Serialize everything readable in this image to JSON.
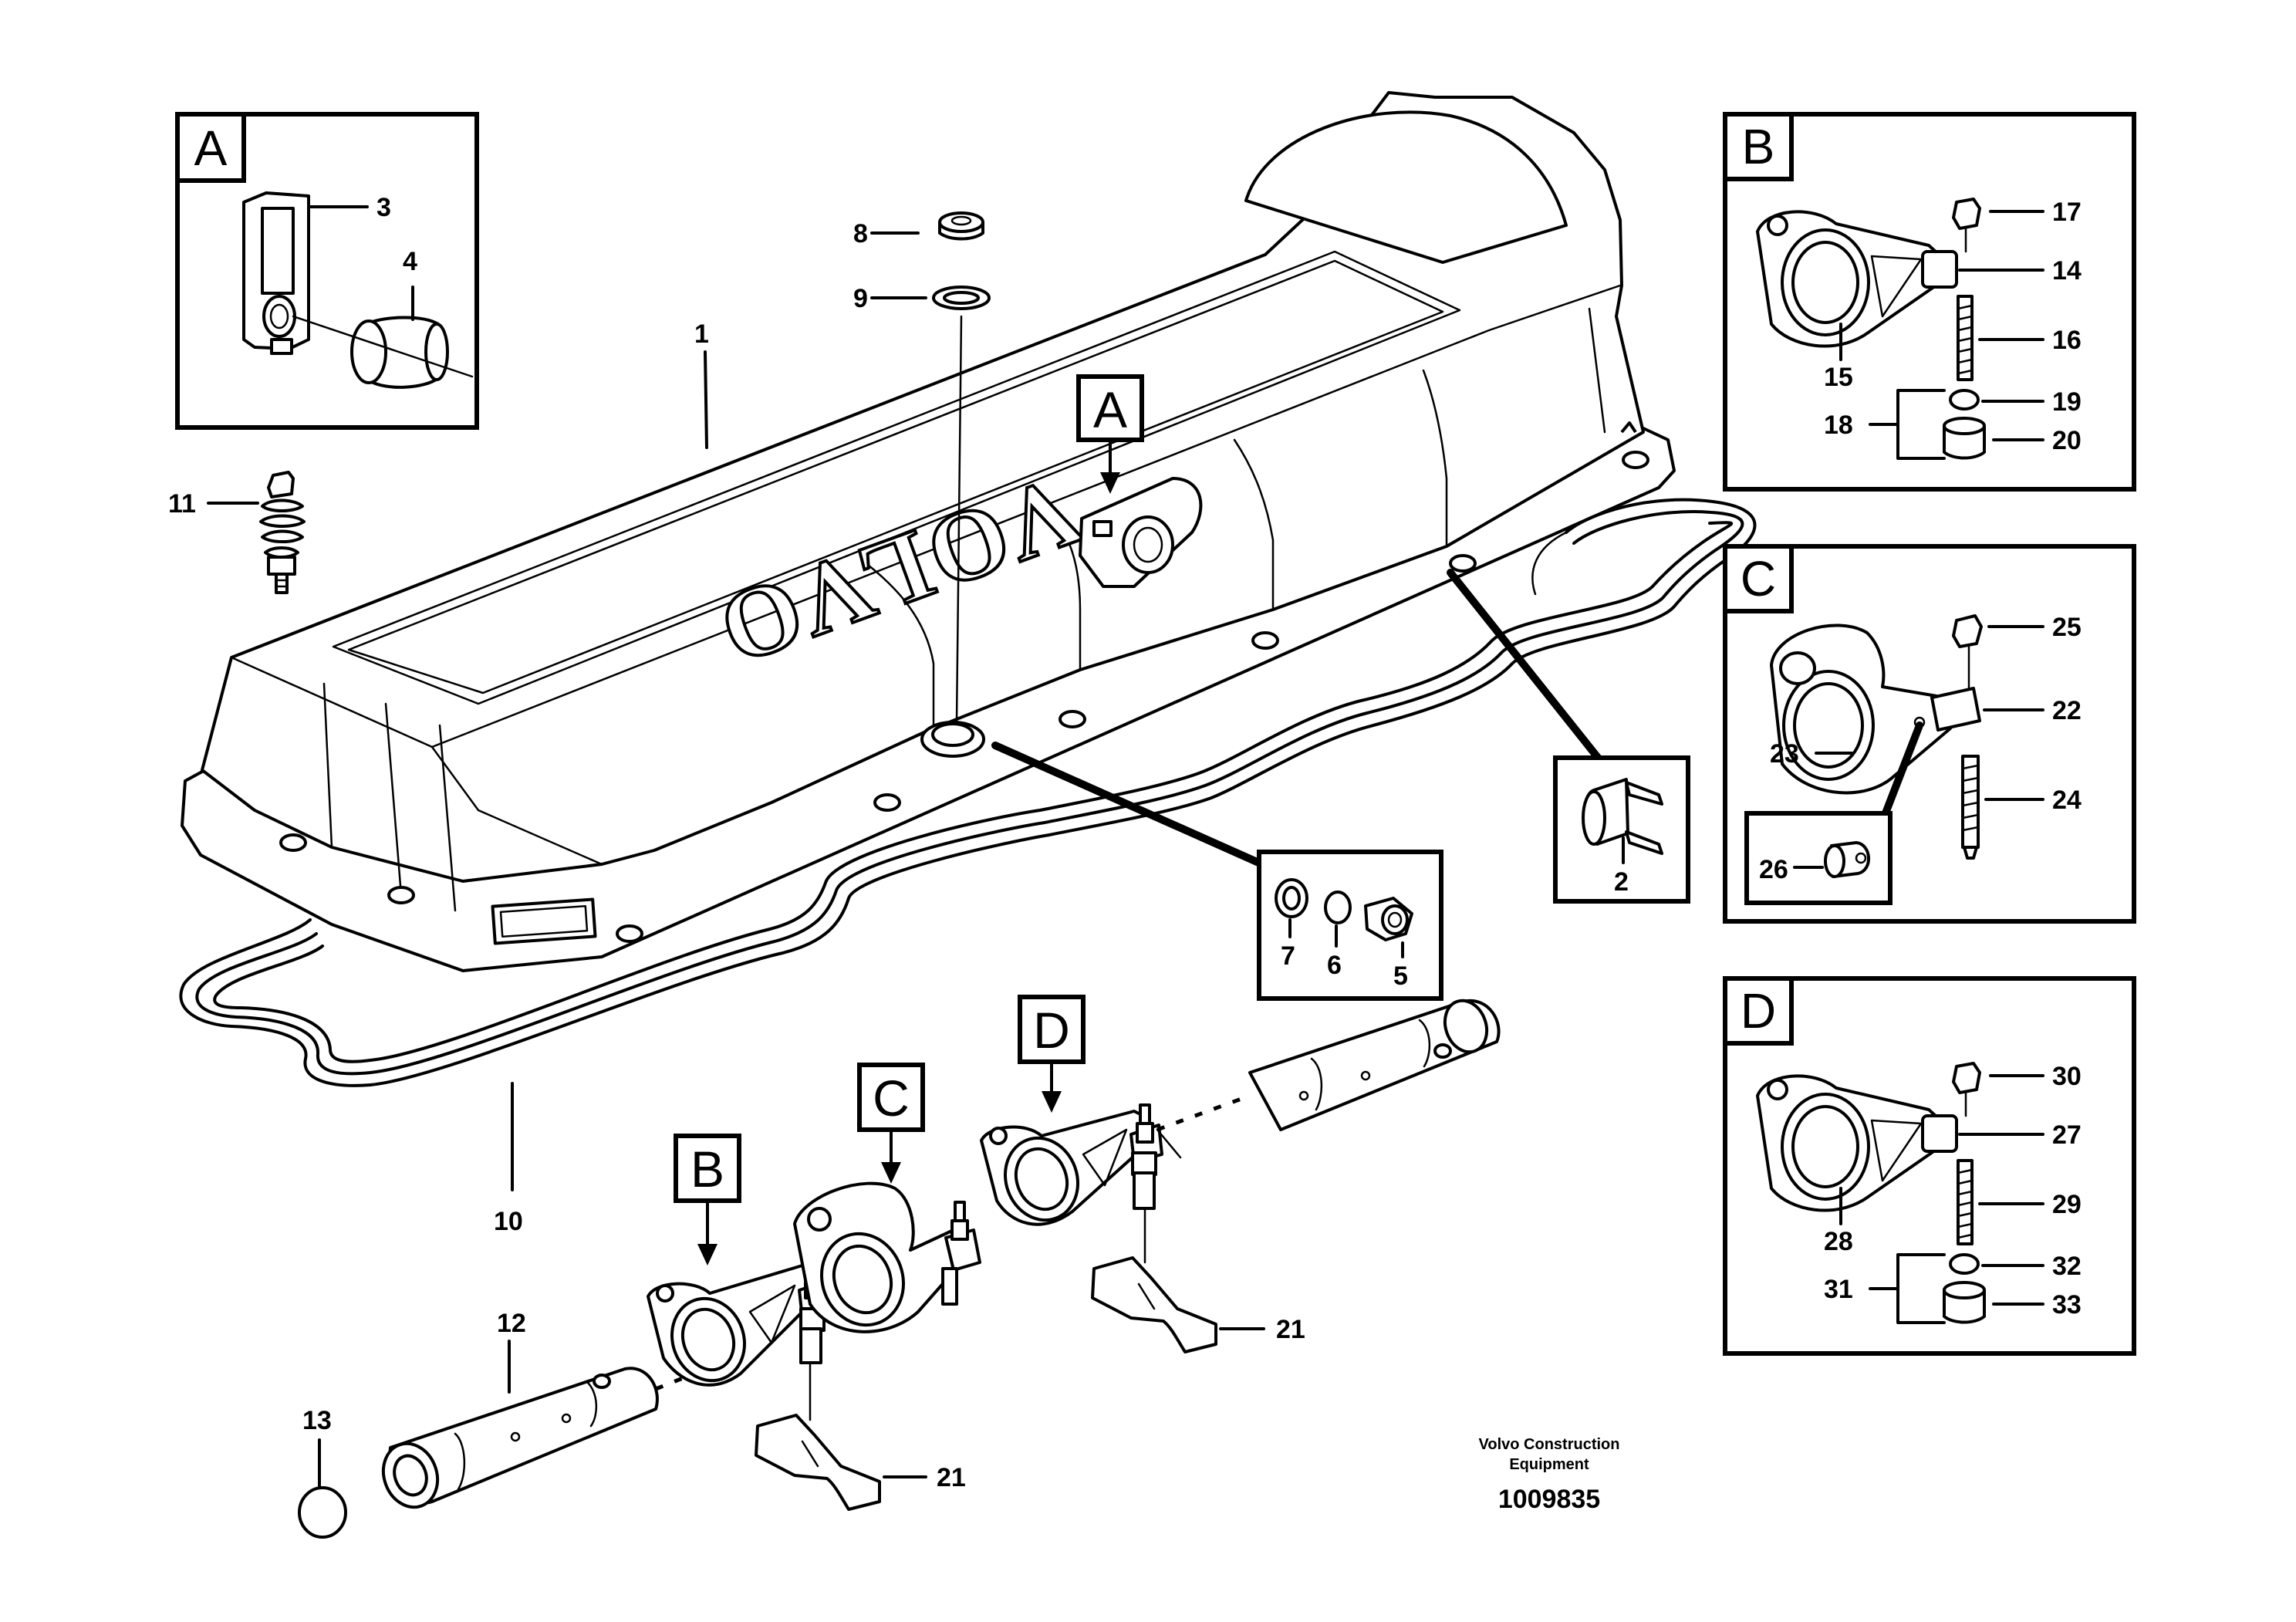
{
  "figure": {
    "brand_line1": "Volvo Construction",
    "brand_line2": "Equipment",
    "code": "1009835",
    "logo_text": "VOLVO"
  },
  "details": {
    "A": "A",
    "B": "B",
    "C": "C",
    "D": "D"
  },
  "parts": {
    "p1": "1",
    "p2": "2",
    "p3": "3",
    "p4": "4",
    "p5": "5",
    "p6": "6",
    "p7": "7",
    "p8": "8",
    "p9": "9",
    "p10": "10",
    "p11": "11",
    "p12": "12",
    "p13": "13",
    "p14": "14",
    "p15": "15",
    "p16": "16",
    "p17": "17",
    "p18": "18",
    "p19": "19",
    "p20": "20",
    "p21": "21",
    "p22": "22",
    "p23": "23",
    "p24": "24",
    "p25": "25",
    "p26": "26",
    "p27": "27",
    "p28": "28",
    "p29": "29",
    "p30": "30",
    "p31": "31",
    "p32": "32",
    "p33": "33"
  }
}
